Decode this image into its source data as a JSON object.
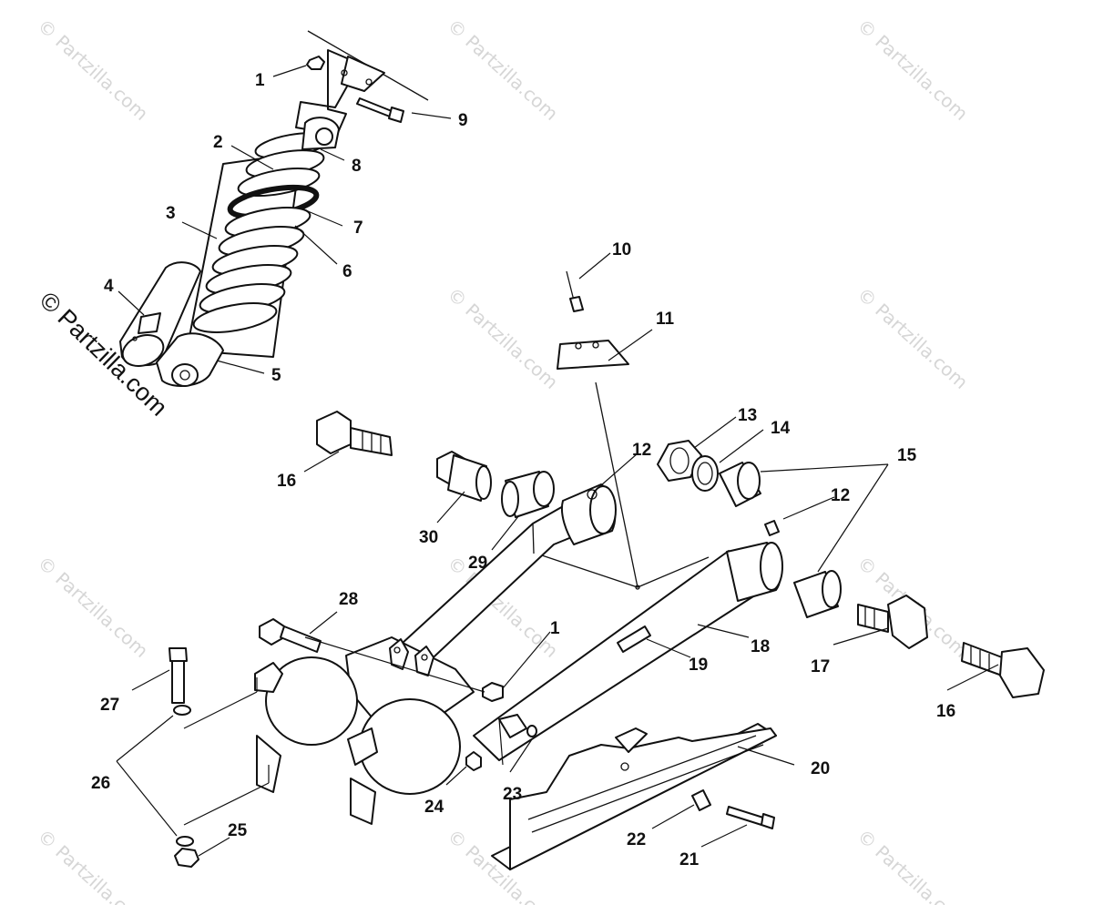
{
  "watermark": {
    "small": "© Partzilla.com",
    "large": "© Partzilla.com"
  },
  "callouts": {
    "c1a": "1",
    "c9": "9",
    "c2": "2",
    "c8": "8",
    "c3": "3",
    "c7": "7",
    "c6": "6",
    "c4": "4",
    "c5": "5",
    "c10": "10",
    "c11": "11",
    "c16a": "16",
    "c12a": "12",
    "c13": "13",
    "c14": "14",
    "c15": "15",
    "c30": "30",
    "c29": "29",
    "c12b": "12",
    "c28": "28",
    "c1b": "1",
    "c18": "18",
    "c19": "19",
    "c17": "17",
    "c16b": "16",
    "c27": "27",
    "c26": "26",
    "c20": "20",
    "c23": "23",
    "c24": "24",
    "c25": "25",
    "c22": "22",
    "c21": "21"
  }
}
